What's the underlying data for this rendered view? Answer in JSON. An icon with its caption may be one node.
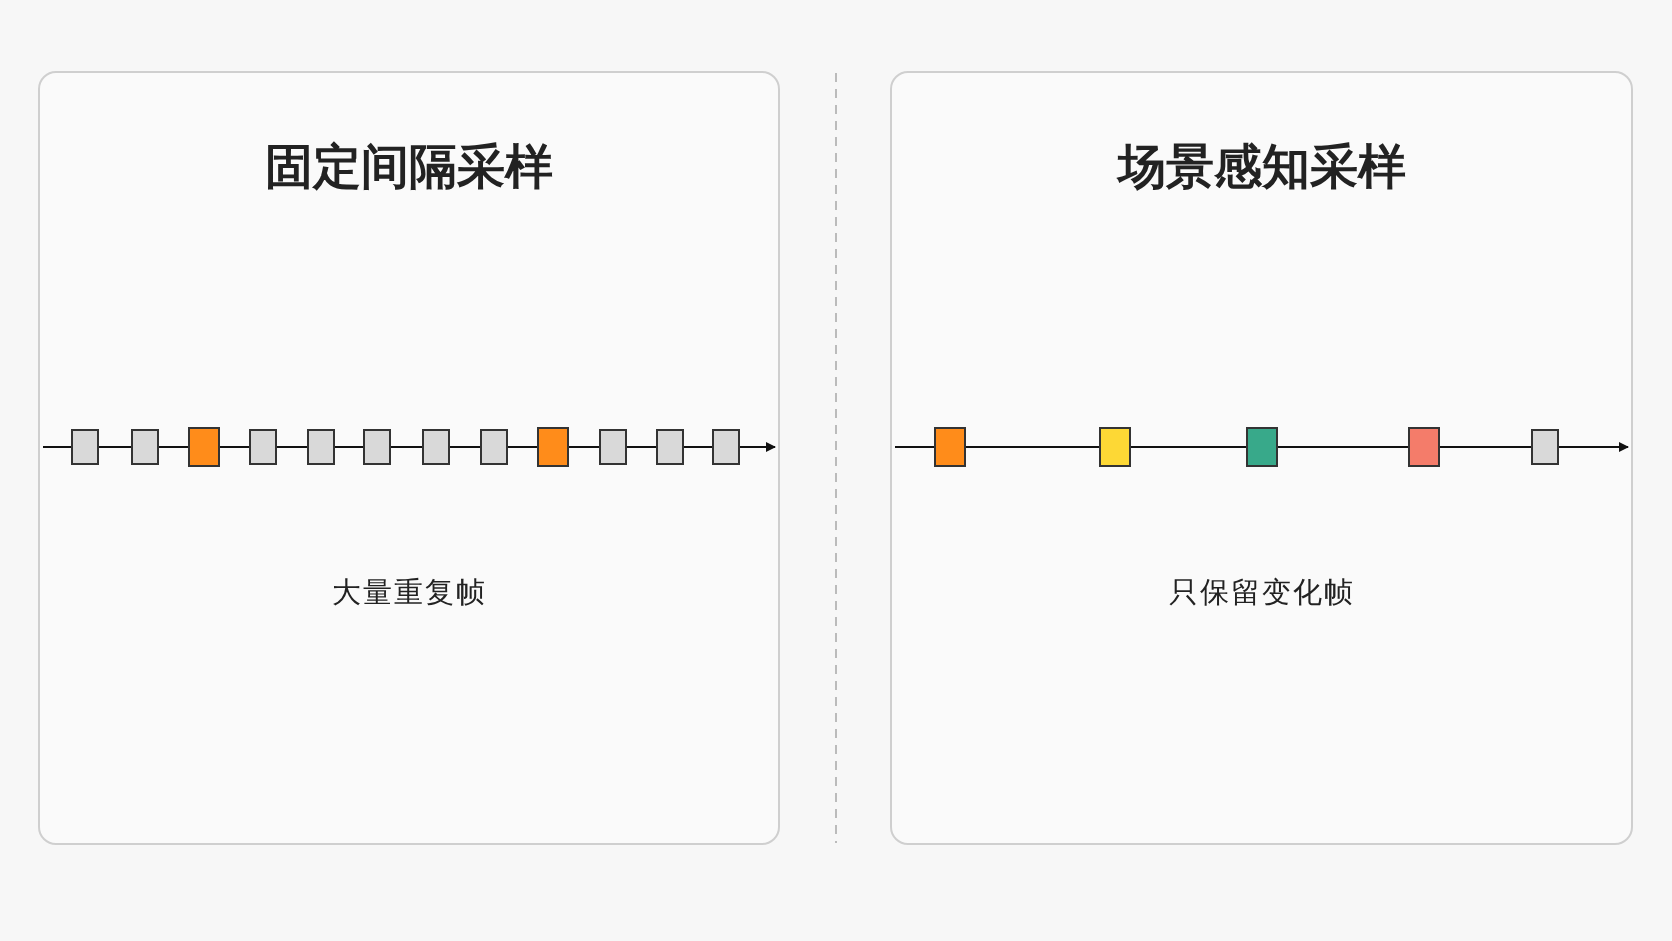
{
  "diagram": {
    "nodes": [
      {
        "text": [
          "固定间隔采样",
          "大量重复帧"
        ]
      },
      {
        "text": [],
        "shape": "box",
        "in": 0
      },
      {
        "text": [],
        "shape": "box",
        "in": 0
      },
      {
        "text": [],
        "shape": "box",
        "in": 0
      },
      {
        "text": [],
        "shape": "box",
        "in": 0
      },
      {
        "text": [],
        "shape": "box",
        "in": 0
      },
      {
        "text": [],
        "shape": "box",
        "in": 0
      },
      {
        "text": [],
        "shape": "box",
        "in": 0
      },
      {
        "text": [],
        "shape": "box",
        "in": 0
      },
      {
        "text": [],
        "shape": "box",
        "in": 0
      },
      {
        "text": [],
        "shape": "box",
        "in": 0
      },
      {
        "text": [],
        "shape": "box",
        "in": 0
      },
      {
        "text": [],
        "shape": "box",
        "in": 0
      },
      {
        "text": [
          "场景感知采样",
          "只保留变化帧"
        ]
      },
      {
        "text": [],
        "shape": "box",
        "in": 13
      },
      {
        "text": [],
        "shape": "box",
        "in": 13
      },
      {
        "text": [],
        "shape": "box",
        "in": 13
      },
      {
        "text": [],
        "shape": "box",
        "in": 13
      },
      {
        "text": [],
        "shape": "box",
        "in": 13
      }
    ],
    "edges": [
      {
        "from": null,
        "to": 1,
        "arrow": "none"
      },
      {
        "from": 1,
        "to": 2,
        "arrow": "none"
      },
      {
        "from": 2,
        "to": 3,
        "arrow": "none"
      },
      {
        "from": 3,
        "to": 4,
        "arrow": "none"
      },
      {
        "from": 4,
        "to": 5,
        "arrow": "none"
      },
      {
        "from": 5,
        "to": 6,
        "arrow": "none"
      },
      {
        "from": 6,
        "to": 7,
        "arrow": "none"
      },
      {
        "from": 7,
        "to": 8,
        "arrow": "none"
      },
      {
        "from": 8,
        "to": 9,
        "arrow": "none"
      },
      {
        "from": 9,
        "to": 10,
        "arrow": "none"
      },
      {
        "from": 10,
        "to": 11,
        "arrow": "none"
      },
      {
        "from": 11,
        "to": 12,
        "arrow": "none"
      },
      {
        "from": 12,
        "to": null,
        "arrow": "to"
      },
      {
        "from": null,
        "to": 14,
        "arrow": "none"
      },
      {
        "from": 14,
        "to": 15,
        "arrow": "none"
      },
      {
        "from": 15,
        "to": 16,
        "arrow": "none"
      },
      {
        "from": 16,
        "to": 17,
        "arrow": "none"
      },
      {
        "from": 17,
        "to": 18,
        "arrow": "none"
      },
      {
        "from": 18,
        "to": null,
        "arrow": "to"
      }
    ]
  }
}
